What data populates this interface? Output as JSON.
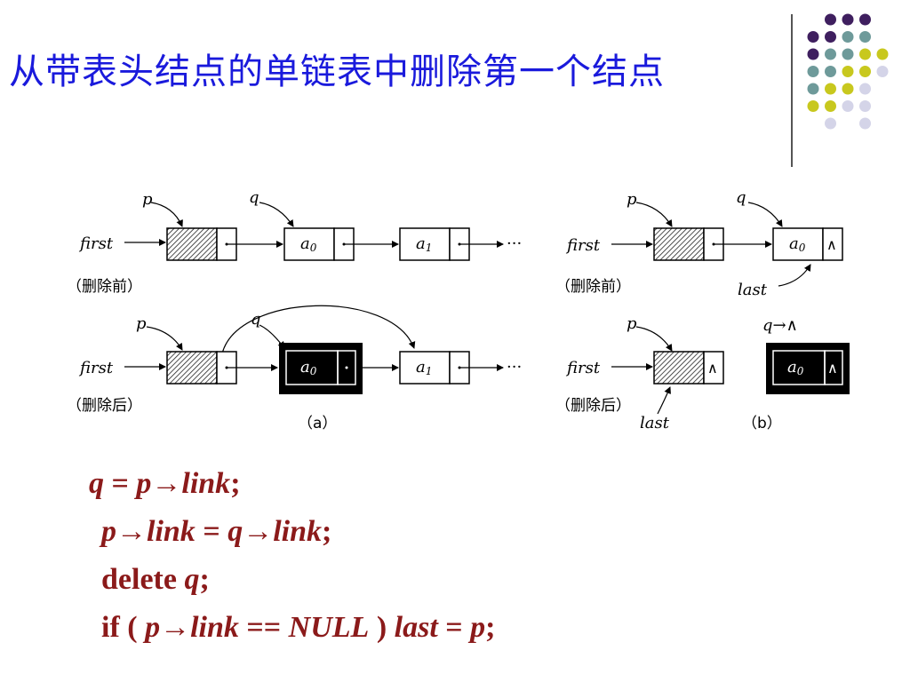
{
  "title": "从带表头结点的单链表中删除第一个结点",
  "diagram": {
    "labels": {
      "p": "p",
      "q": "q",
      "first": "first",
      "last": "last",
      "a0": "a",
      "a0_sub": "0",
      "a1": "a",
      "a1_sub": "1",
      "ellipsis": "···",
      "null_mark": "∧",
      "before": "（删除前）",
      "after": "（删除后）",
      "caption_a": "（a）",
      "caption_b": "（b）",
      "q_null": "q→∧"
    }
  },
  "code": {
    "line1": {
      "q": "q",
      "eq": " = ",
      "p": "p",
      "arrow": "→",
      "link": "link",
      "semi": ";"
    },
    "line2": {
      "p": "p",
      "arrow1": "→",
      "link1": "link",
      "eq": " = ",
      "q": "q",
      "arrow2": "→",
      "link2": "link",
      "semi": ";"
    },
    "line3": {
      "kw": "delete ",
      "q": "q",
      "semi": ";"
    },
    "line4": {
      "kw": "if ( ",
      "p": "p",
      "arrow": "→",
      "link": "link",
      "op": " == ",
      "null": "NULL",
      "close": " ) ",
      "last": "last",
      "eq": " = ",
      "p2": "p",
      "semi": ";"
    }
  },
  "decoration": {
    "dot_colors": {
      "purple": "#3f1f5f",
      "teal": "#6e9a9a",
      "olive": "#c8c81e",
      "lavender": "#d4d4e8"
    }
  }
}
